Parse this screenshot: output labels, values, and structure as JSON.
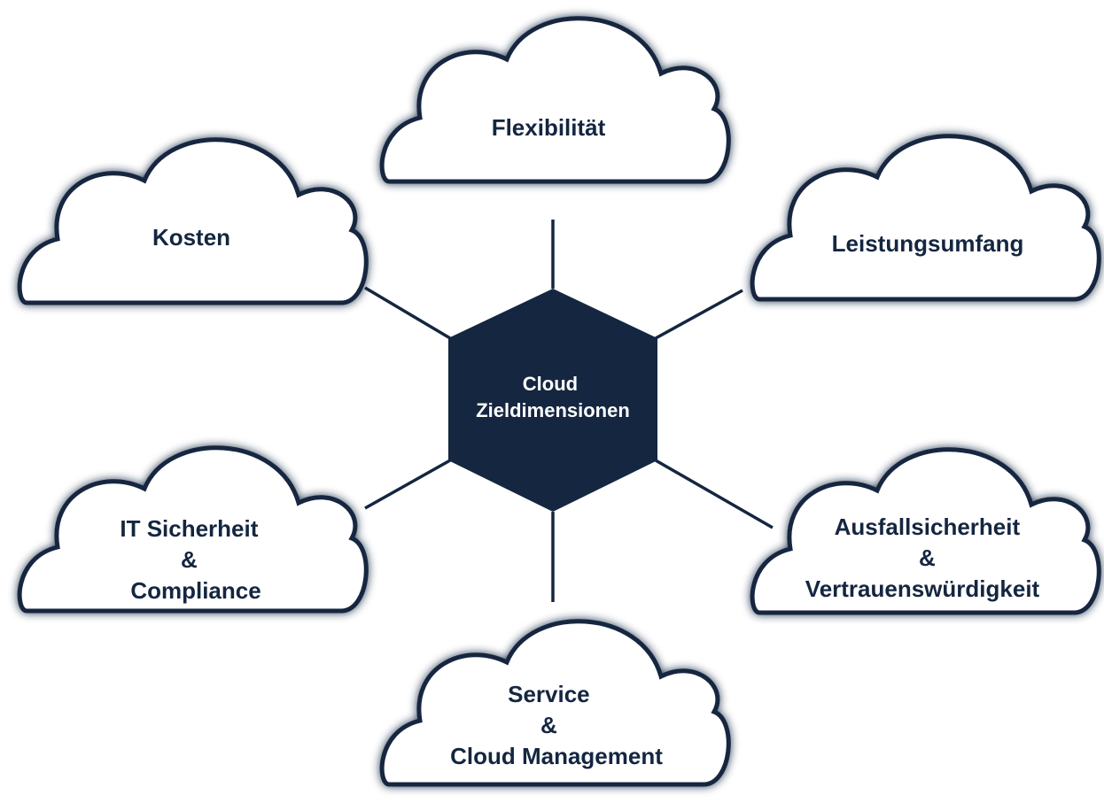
{
  "colors": {
    "navy": "#142640",
    "cloud_fill": "#ffffff",
    "background": "#ffffff"
  },
  "center": {
    "lines": [
      "Cloud",
      "Zieldimensionen"
    ]
  },
  "clouds": [
    {
      "id": "flexibilitaet",
      "lines": [
        "Flexibilität"
      ]
    },
    {
      "id": "kosten",
      "lines": [
        "Kosten"
      ]
    },
    {
      "id": "leistungsumfang",
      "lines": [
        "Leistungsumfang"
      ]
    },
    {
      "id": "it-sicherheit",
      "lines": [
        "IT Sicherheit",
        "&",
        "Compliance"
      ]
    },
    {
      "id": "ausfallsicherheit",
      "lines": [
        "Ausfallsicherheit",
        "&",
        "Vertrauenswürdigkeit"
      ]
    },
    {
      "id": "service",
      "lines": [
        "Service",
        "&",
        "Cloud Management"
      ]
    }
  ]
}
